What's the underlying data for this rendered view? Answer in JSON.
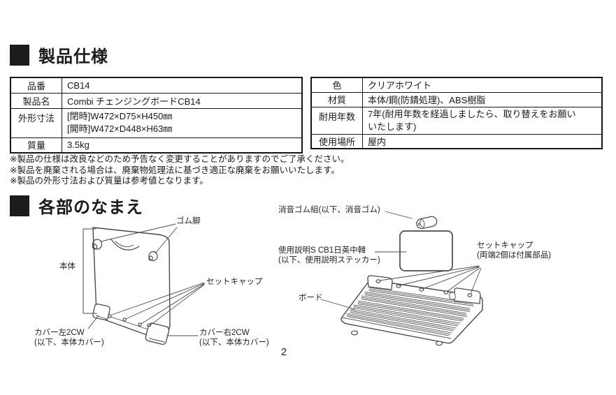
{
  "sections": {
    "specs_title": "製品仕様",
    "parts_title": "各部のなまえ"
  },
  "spec_table_left": {
    "rows": [
      {
        "label": "品番",
        "value": "CB14"
      },
      {
        "label": "製品名",
        "value": "Combi チェンジングボードCB14"
      },
      {
        "label": "外形寸法",
        "value": "[閉時]W472×D75×H450㎜\n[開時]W472×D448×H63㎜"
      },
      {
        "label": "質量",
        "value": "3.5kg"
      }
    ]
  },
  "spec_table_right": {
    "rows": [
      {
        "label": "色",
        "value": "クリアホワイト"
      },
      {
        "label": "材質",
        "value": "本体/鋼(防錆処理)、ABS樹脂"
      },
      {
        "label": "耐用年数",
        "value": "7年(耐用年数を経過しましたら、取り替えをお願い\nいたします)"
      },
      {
        "label": "使用場所",
        "value": "屋内"
      }
    ]
  },
  "notes": [
    "※製品の仕様は改良などのため予告なく変更することがありますのでご了承ください。",
    "※製品を廃棄される場合は、廃棄物処理法に基づき適正な廃棄をお願いいたします。",
    "※製品の外形寸法および質量は参考値となります。"
  ],
  "diagram_labels": {
    "rubber_feet": "ゴム脚",
    "main_body": "本体",
    "set_cap": "セットキャップ",
    "cover_left_line1": "カバー左2CW",
    "cover_left_line2": "(以下、本体カバー)",
    "cover_right_line1": "カバー右2CW",
    "cover_right_line2": "(以下、本体カバー)",
    "silencer_rubber": "消音ゴム組(以下、消音ゴム)",
    "instruction_sticker_line1": "使用説明S CB1日英中韓",
    "instruction_sticker_line2": "(以下、使用説明ステッカー)",
    "set_cap_right_line1": "セットキャップ",
    "set_cap_right_line2": "(両端2個は付属部品)",
    "board": "ボード"
  },
  "page_number": "2"
}
